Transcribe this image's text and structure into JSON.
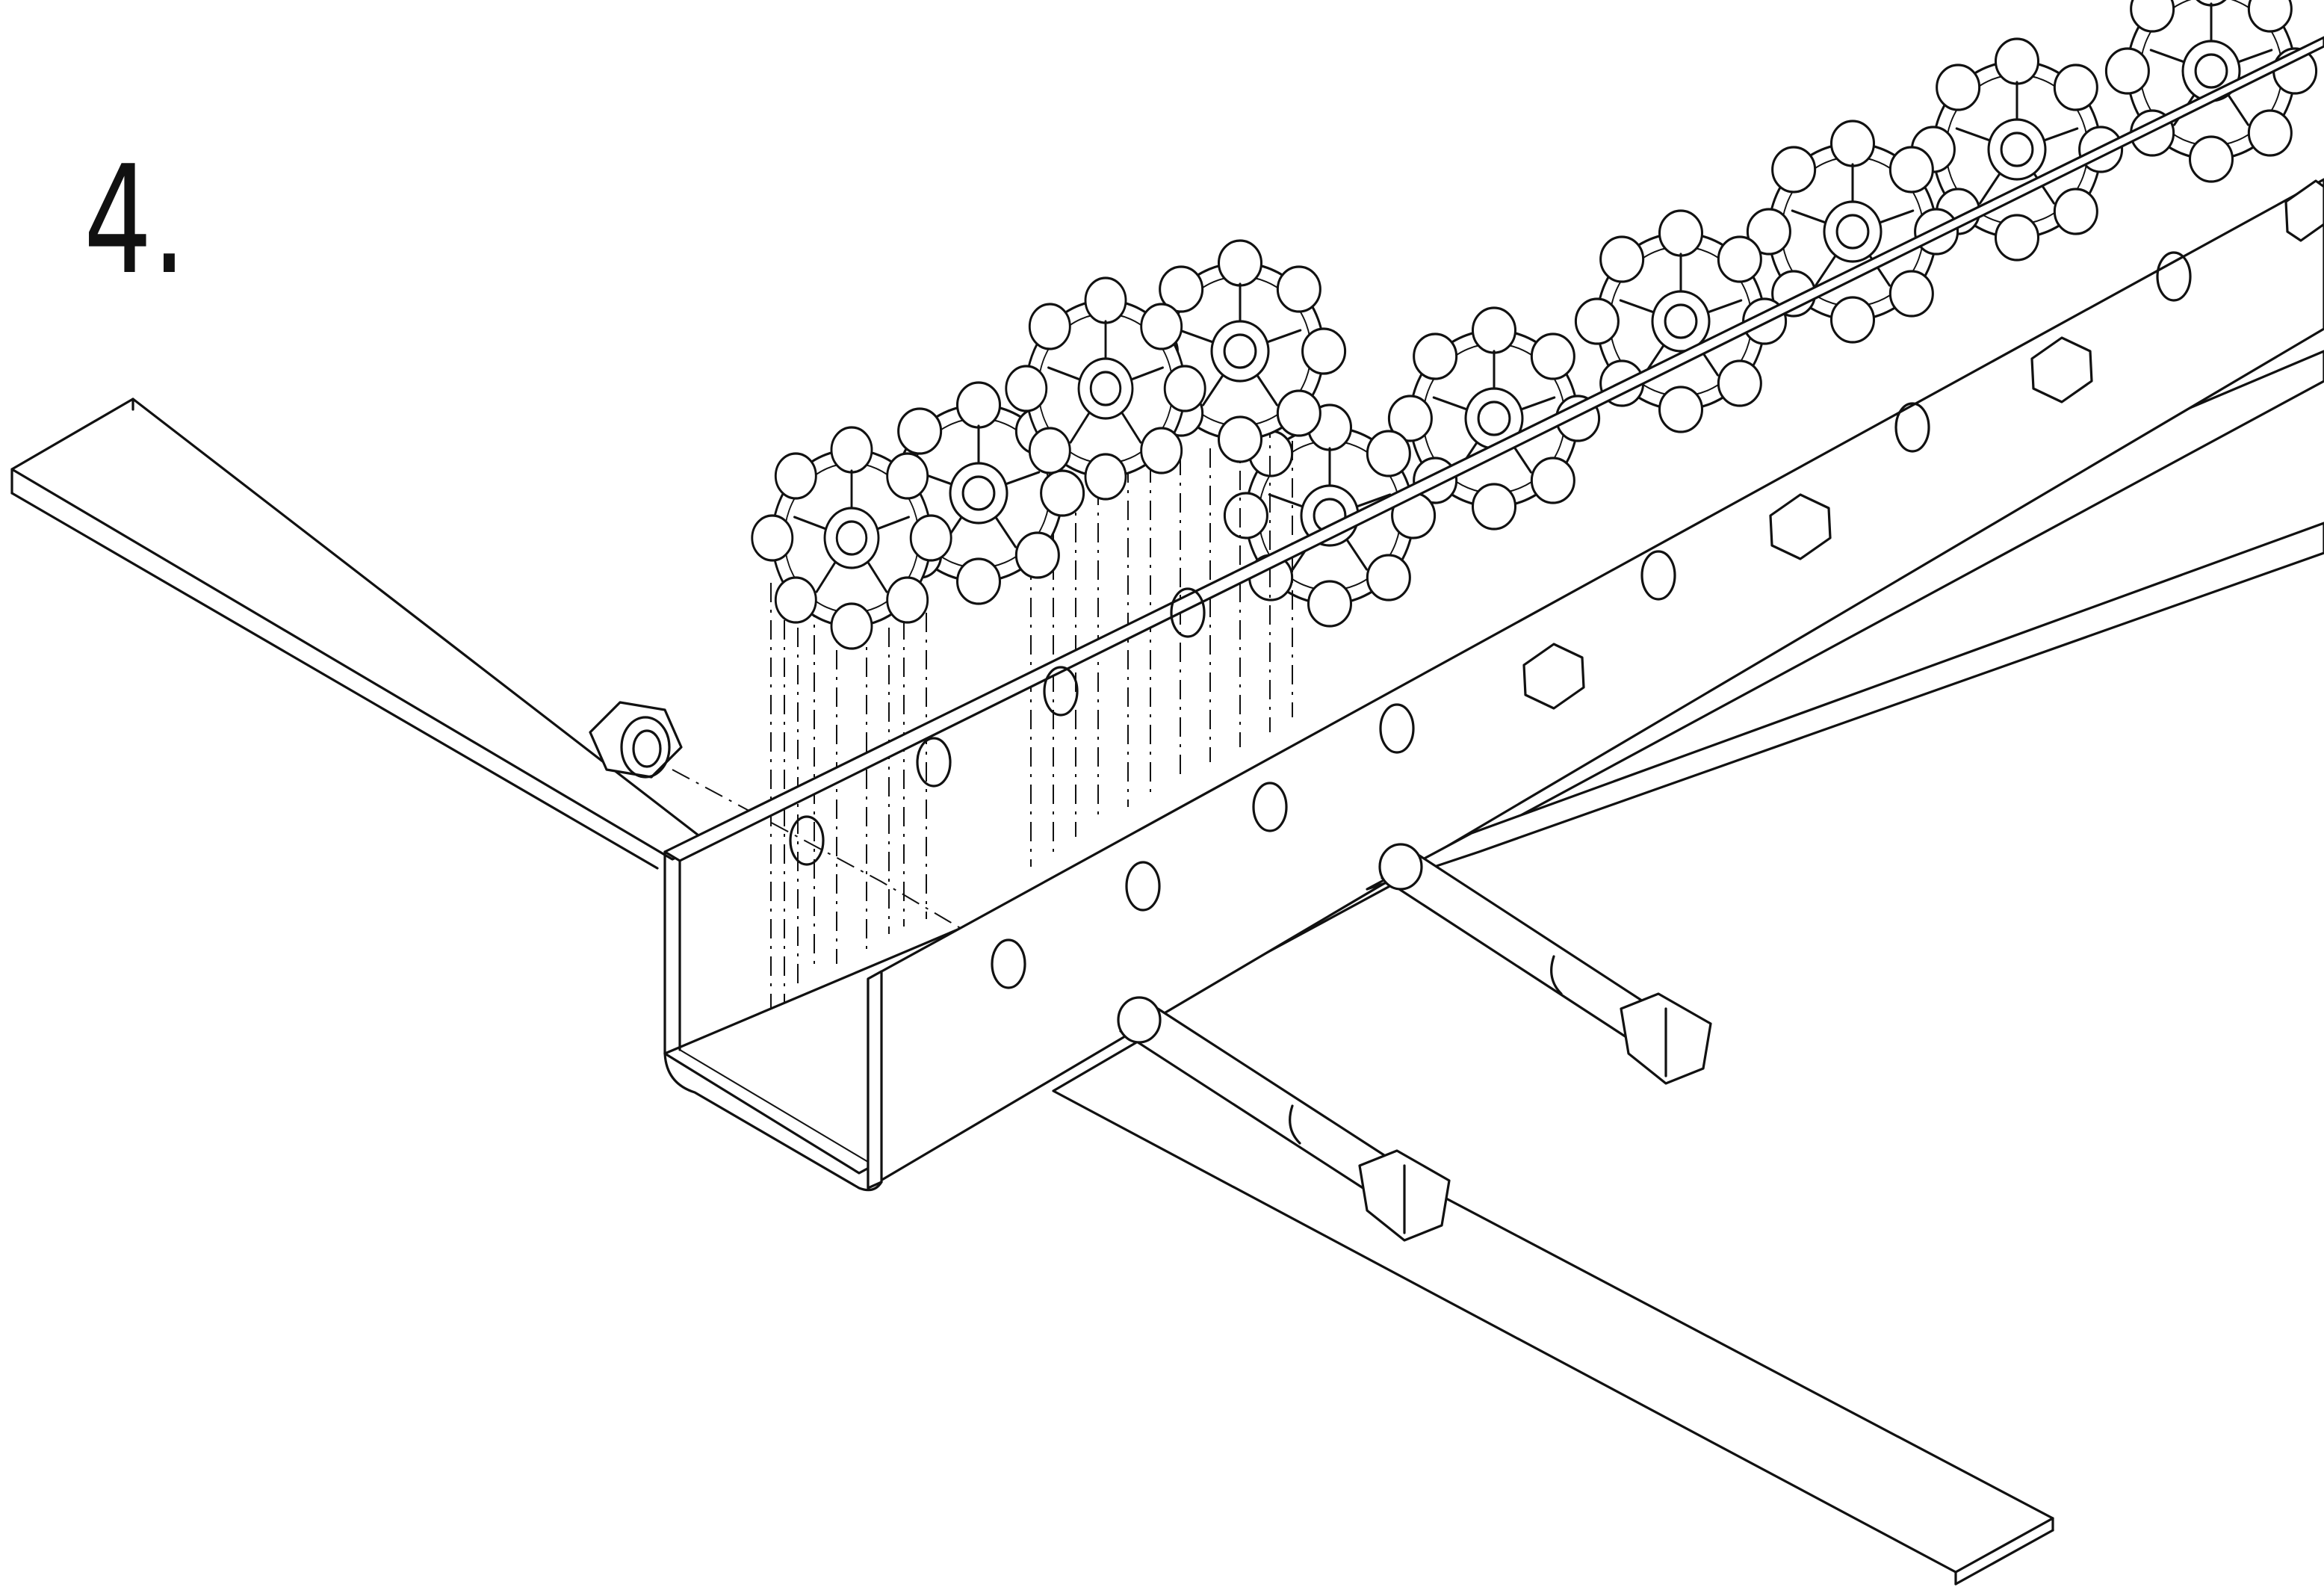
{
  "step": {
    "number": "4."
  },
  "colors": {
    "line": "#111111",
    "background": "#ffffff"
  },
  "parts": {
    "channel": "u-channel-rail",
    "flat_bar": "flat-bar",
    "bolts": "hex-bolt",
    "nut": "hex-nut",
    "wheels": "omni-wheel"
  }
}
